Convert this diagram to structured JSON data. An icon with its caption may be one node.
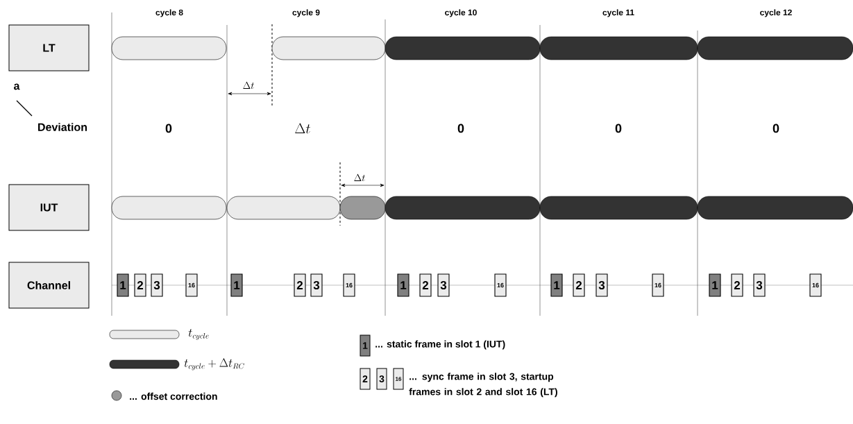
{
  "diagram": {
    "nodes": [
      {
        "text": [
          "LT"
        ]
      },
      {
        "text": [
          "IUT"
        ]
      },
      {
        "text": [
          "Channel"
        ]
      },
      {
        "text": [
          "1"
        ]
      },
      {
        "text": [
          "2"
        ]
      },
      {
        "text": [
          "3"
        ]
      },
      {
        "text": [
          "16"
        ]
      },
      {
        "text": [
          "1"
        ]
      },
      {
        "text": [
          "2"
        ]
      },
      {
        "text": [
          "3"
        ]
      },
      {
        "text": [
          "16"
        ]
      },
      {
        "text": [
          "1"
        ]
      },
      {
        "text": [
          "2"
        ]
      },
      {
        "text": [
          "3"
        ]
      },
      {
        "text": [
          "16"
        ]
      },
      {
        "text": [
          "1"
        ]
      },
      {
        "text": [
          "2"
        ]
      },
      {
        "text": [
          "3"
        ]
      },
      {
        "text": [
          "16"
        ]
      },
      {
        "text": [
          "1"
        ]
      },
      {
        "text": [
          "2"
        ]
      },
      {
        "text": [
          "3"
        ]
      },
      {
        "text": [
          "16"
        ]
      }
    ],
    "labels": [
      "cycle 8",
      "cycle 9",
      "cycle 10",
      "cycle 11",
      "cycle 12",
      "a",
      "\\Delta t",
      "Deviation",
      "0",
      "\\Delta t",
      "0",
      "0",
      "0",
      "\\Delta t",
      "1",
      "2",
      "3",
      "16"
    ],
    "legend": [
      {
        "text": "t_{cycle}"
      },
      {
        "text": "t_{cycle} + \\Delta t_{RC}"
      },
      {
        "text": "... offset correction",
        "color": "#999999"
      },
      {
        "text": "... static frame in slot 1 (IUT)"
      },
      {
        "text": "... sync frame in slot 3, startup frames in slot 2 and slot 16 (LT)"
      }
    ]
  }
}
